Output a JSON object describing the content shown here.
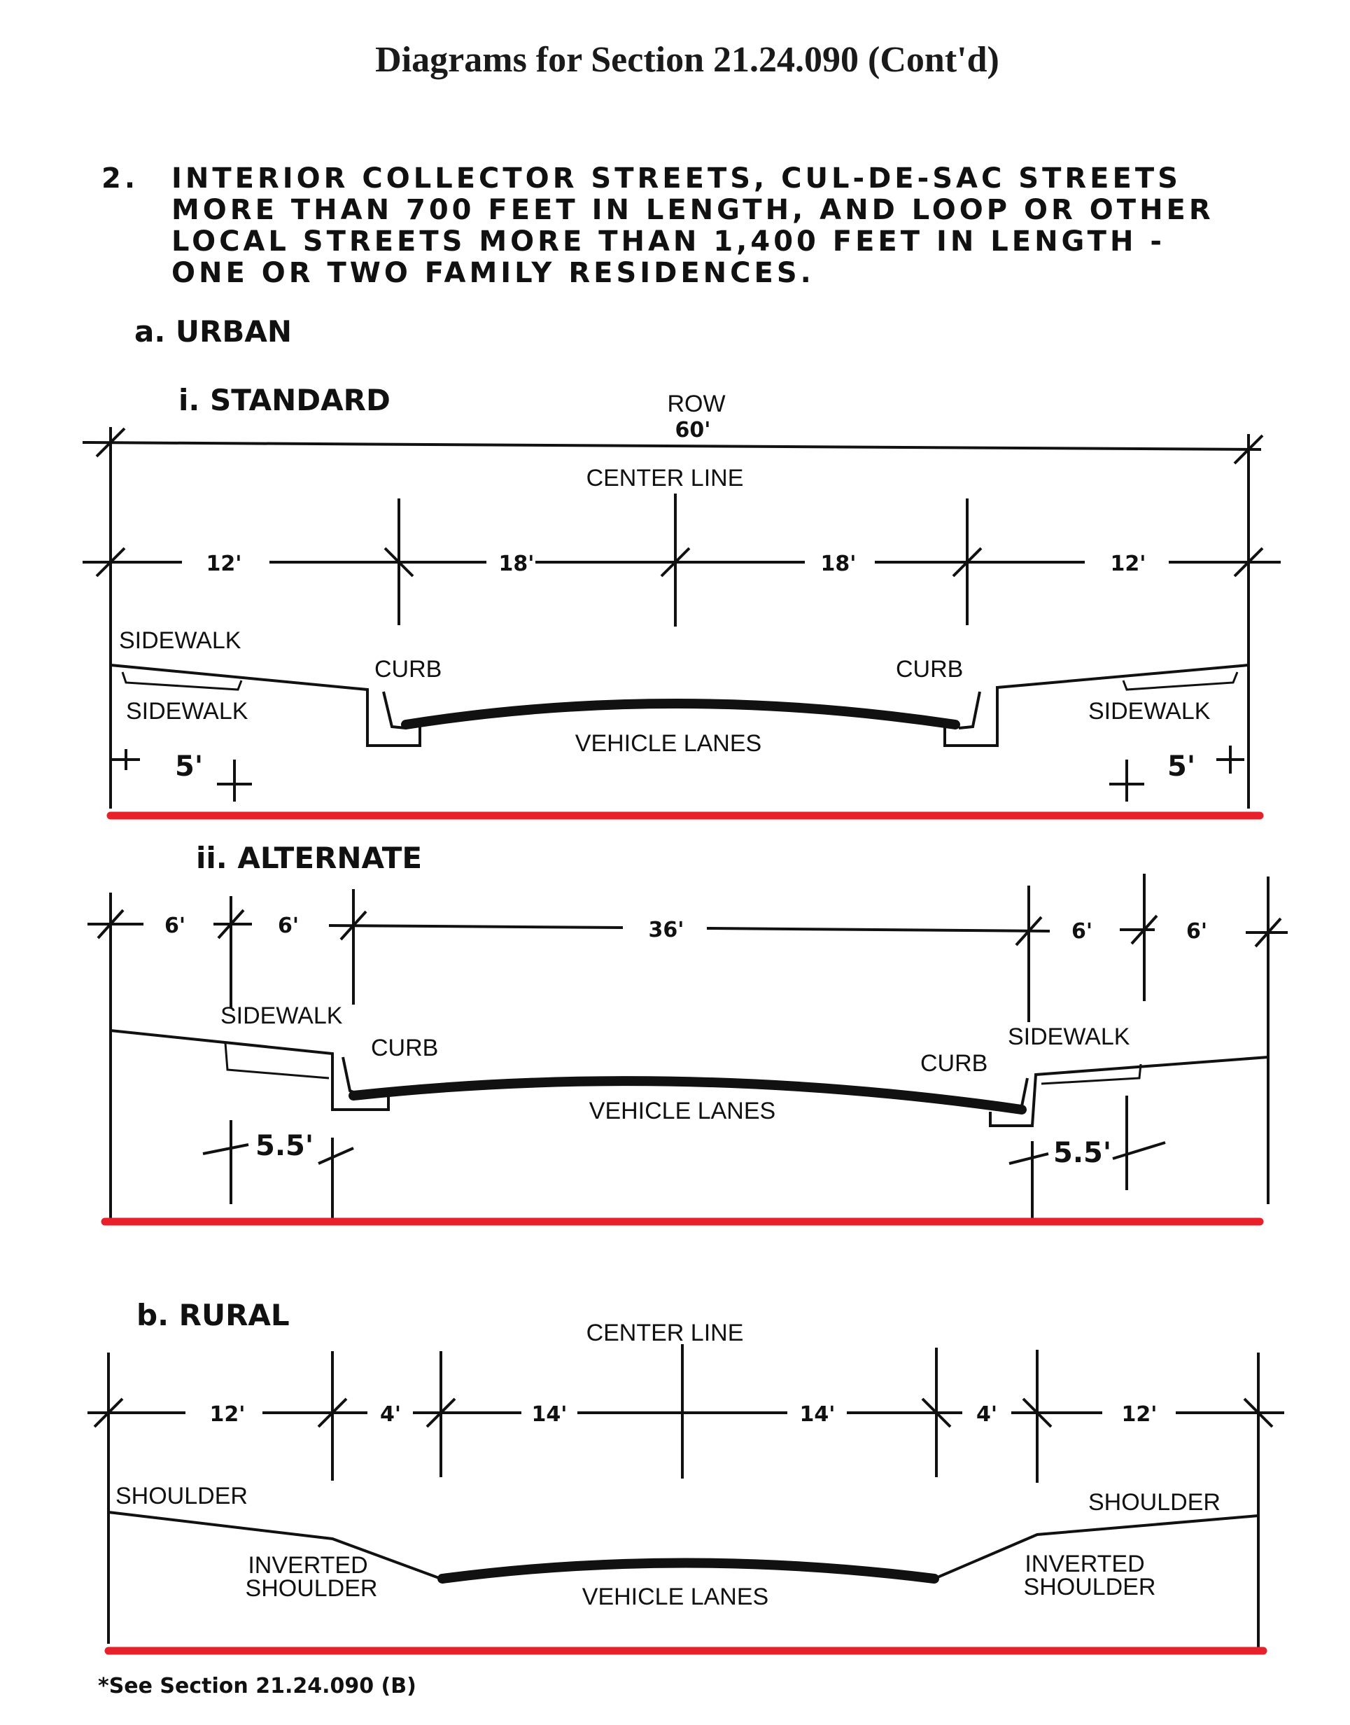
{
  "title": "Diagrams for Section 21.24.090 (Cont'd)",
  "intro": {
    "number": "2.",
    "lines": [
      "INTERIOR COLLECTOR STREETS, CUL-DE-SAC STREETS",
      "MORE THAN 700 FEET IN LENGTH, AND LOOP OR OTHER",
      "LOCAL STREETS MORE THAN 1,400 FEET IN LENGTH -",
      "ONE OR TWO FAMILY RESIDENCES."
    ]
  },
  "urban": {
    "heading": "a. URBAN",
    "standard": {
      "heading": "i. STANDARD",
      "row_label": "ROW",
      "row_value": "60'",
      "center_line": "CENTER LINE",
      "dims": [
        "12'",
        "18'",
        "18'",
        "12'"
      ],
      "sidewalk_top": "SIDEWALK",
      "curb_left": "CURB",
      "curb_right": "CURB",
      "sidewalk_left": "SIDEWALK",
      "sidewalk_right": "SIDEWALK",
      "vehicle_lanes": "VEHICLE LANES",
      "walk_left": "5'",
      "walk_right": "5'"
    },
    "alternate": {
      "heading": "ii. ALTERNATE",
      "dims": [
        "6'",
        "6'",
        "36'",
        "6'",
        "6'"
      ],
      "sidewalk_left": "SIDEWALK",
      "curb_left": "CURB",
      "sidewalk_right": "SIDEWALK",
      "curb_right": "CURB",
      "vehicle_lanes": "VEHICLE LANES",
      "walk_left": "5.5'",
      "walk_right": "5.5'"
    }
  },
  "rural": {
    "heading": "b. RURAL",
    "center_line": "CENTER LINE",
    "dims": [
      "12'",
      "4'",
      "14'",
      "14'",
      "4'",
      "12'"
    ],
    "shoulder_left": "SHOULDER",
    "shoulder_right": "SHOULDER",
    "inverted_left": [
      "INVERTED",
      "SHOULDER"
    ],
    "inverted_right": [
      "INVERTED",
      "SHOULDER"
    ],
    "vehicle_lanes": "VEHICLE LANES"
  },
  "footnote": "*See Section 21.24.090 (B)",
  "colors": {
    "ink": "#111111",
    "ground_line": "#e8202a"
  }
}
